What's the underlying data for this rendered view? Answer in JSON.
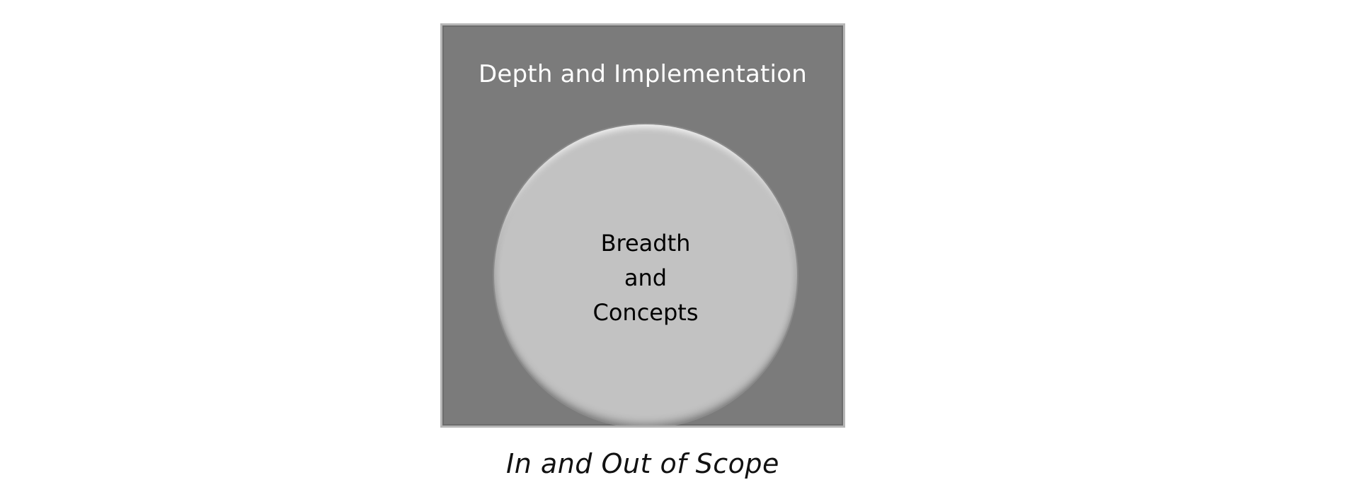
{
  "diagram": {
    "outer_label": "Depth and Implementation",
    "inner_label_lines": [
      "Breadth",
      "and",
      "Concepts"
    ],
    "caption": "In and Out of Scope"
  },
  "colors": {
    "outer_fill": "#7b7b7b",
    "inner_fill": "#c2c2c2",
    "outer_text": "#ffffff",
    "inner_text": "#000000"
  }
}
